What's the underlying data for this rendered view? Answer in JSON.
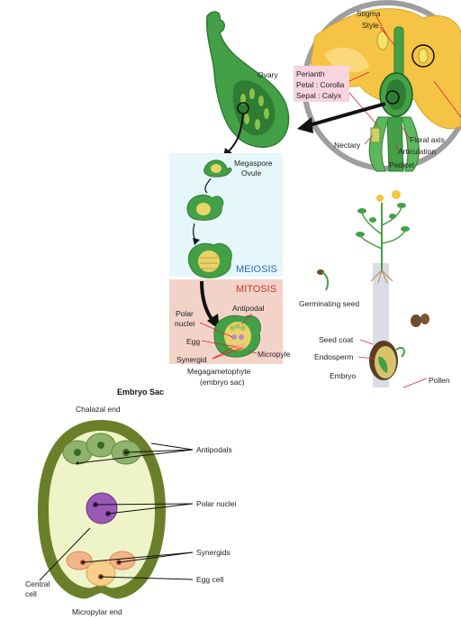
{
  "flower": {
    "stigma": "Stigma",
    "style": "Style",
    "perianth": "Perianth",
    "petal": "Petal : Corolla",
    "sepal": "Sepal : Calyx",
    "nectary": "Nectary",
    "floral_axis": "Floral axis",
    "articulation": "Articulation",
    "pedicel": "Pedicel",
    "ovary": "Ovary"
  },
  "development": {
    "megaspore_1": "Megaspore",
    "megaspore_2": "Ovule",
    "meiosis": "MEIOSIS",
    "mitosis": "MITOSIS",
    "polar_1": "Polar",
    "polar_2": "nuclei",
    "antipodal": "Antipodal",
    "egg": "Egg",
    "synergid": "Synergid",
    "micropyle": "Micropyle",
    "megagametophyte_1": "Megagametophyte",
    "megagametophyte_2": "(embryo sac)"
  },
  "seed": {
    "germinating": "Germinating seed",
    "seed_coat": "Seed coat",
    "endosperm": "Endosperm",
    "embryo": "Embryo",
    "pollen": "Pollen"
  },
  "embryo_sac": {
    "title": "Embryo Sac",
    "chalazal": "Chalazal end",
    "antipodals": "Antipodals",
    "polar_nuclei": "Polar nuclei",
    "synergids": "Synergids",
    "egg_cell": "Egg cell",
    "central_1": "Central",
    "central_2": "cell",
    "micropylar": "Micropylar end"
  },
  "colors": {
    "green_dark": "#2e7d32",
    "green": "#43a047",
    "sac_outer": "#6b7f2a",
    "sac_inner": "#eef3c8",
    "purple": "#9b59b6",
    "peach": "#f4b48a",
    "petal_yellow": "#f6c445",
    "meiosis_bg": "#e6f7fb",
    "mitosis_bg": "#f3d3c8"
  }
}
